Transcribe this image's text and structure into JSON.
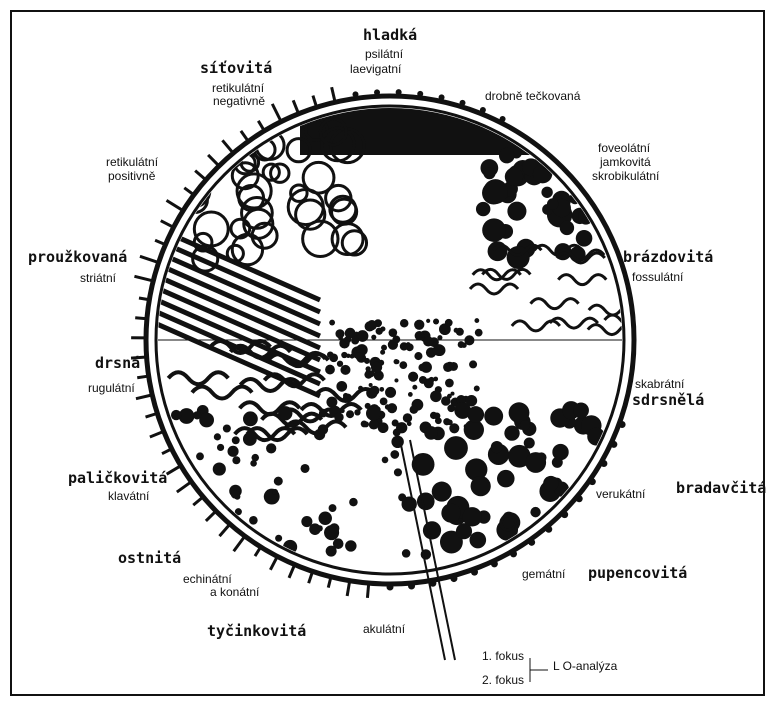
{
  "labels": {
    "hladka": "hladká",
    "psilatni": "psilátní",
    "laevigatni": "laevigatní",
    "sitovita": "síťovitá",
    "retikulatni_neg_1": "retikulátní",
    "retikulatni_neg_2": "negativně",
    "drobne": "drobně tečkovaná",
    "foveolatni": "foveolátní",
    "jamkovita": "jamkovitá",
    "skrobikulatni": "skrobikulátní",
    "retikulatni_pos_1": "retikulátní",
    "retikulatni_pos_2": "positivně",
    "brazdovita": "brázdovitá",
    "fossulatni": "fossulátní",
    "prouzkovana": "proužkovaná",
    "striatni": "striátní",
    "drsna": "drsná",
    "rugulatni": "rugulátní",
    "skabratni": "skabrátní",
    "sdrsnela": "sdrsnělá",
    "palickovita": "paličkovitá",
    "klavatni": "klavátní",
    "verukatni": "verukátní",
    "bradavcita": "bradavčitá",
    "ostnita": "ostnitá",
    "echinatni_1": "echinátní",
    "echinatni_2": "a konátní",
    "gematni": "gemátní",
    "pupencovita": "pupencovitá",
    "tycinkovita": "tyčinkovitá",
    "akulatni": "akulátní",
    "fokus1": "1. fokus",
    "fokus2": "2. fokus",
    "lo_analyza": "L O-analýza"
  },
  "colors": {
    "ink": "#111111",
    "paper": "#ffffff"
  }
}
